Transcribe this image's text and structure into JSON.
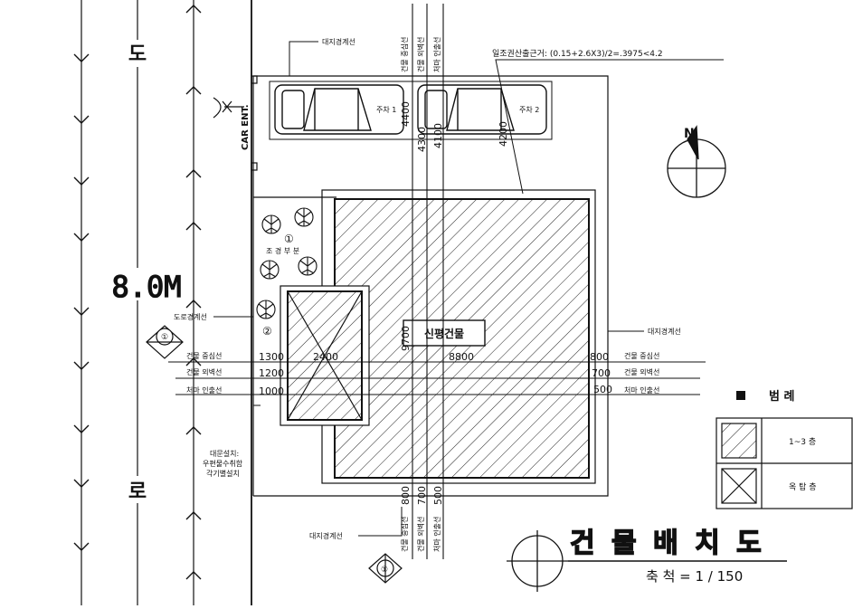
{
  "road": {
    "char_top": "도",
    "char_bottom": "로",
    "width": "8.0M"
  },
  "car_entrance": "CAR ENT.",
  "labels": {
    "site_boundary_top": "대지경계선",
    "site_boundary_right": "대지경계선",
    "site_boundary_bottom": "대지경계선",
    "road_boundary": "도로경계선",
    "angle_formula": "일조권산출근거: (0.15+2.6X3)/2=.3975<4.2",
    "landscape": "조 경 부 분",
    "landscape_1": "①",
    "landscape_2": "②",
    "building": "신평건물",
    "meter_note_1": "대문설치:",
    "meter_note_2": "우편물수취함",
    "meter_note_3": "각기별설치"
  },
  "parking": {
    "car1": "주차 1",
    "car2": "주차 2"
  },
  "vertical_line_labels": {
    "center": "건물 중심선",
    "wall": "건물 외벽선",
    "eave": "처마 인출선"
  },
  "left_lines": [
    {
      "label": "건물 중심선",
      "value": "1300"
    },
    {
      "label": "건물 외벽선",
      "value": "1200"
    },
    {
      "label": "처마 인출선",
      "value": "1000"
    }
  ],
  "right_lines": [
    {
      "label": "건물 중심선",
      "value": "800"
    },
    {
      "label": "건물 외벽선",
      "value": "700"
    },
    {
      "label": "처마 인출선",
      "value": "500"
    }
  ],
  "top_dims": {
    "d1": "4400",
    "d2": "4300",
    "d3": "4100",
    "d4": "4200"
  },
  "bottom_dims": {
    "d1": "800",
    "d2": "700",
    "d3": "500"
  },
  "inner_dims": {
    "width_left": "2400",
    "width_main": "8800",
    "height": "9700"
  },
  "north": "N",
  "ref_marks": {
    "left": "①",
    "bottom": "①"
  },
  "legend": {
    "title": "범    례",
    "row1": "1~3 층",
    "row2": "옥 탑 층"
  },
  "title": {
    "main": "건 물 배 치 도",
    "scale": "축 척 = 1 / 150"
  }
}
